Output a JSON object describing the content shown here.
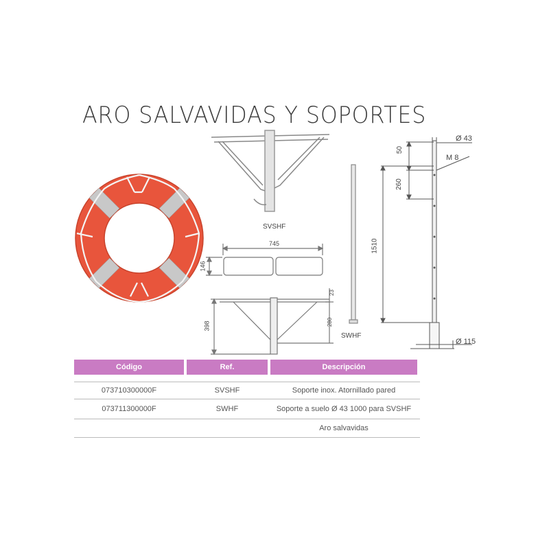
{
  "title": "ARO SALVAVIDAS Y SOPORTES",
  "drawing": {
    "svshf_label": "SVSHF",
    "swhf_label": "SWHF",
    "dim_745": "745",
    "dim_146": "146",
    "dim_398": "398",
    "dim_23": "23",
    "dim_280": "280",
    "dim_50": "50",
    "dim_260": "260",
    "dim_1510": "1510",
    "dim_d43": "Ø 43",
    "dim_m8": "M 8",
    "dim_d115": "Ø 115"
  },
  "colors": {
    "ring": "#e8553c",
    "ring_band": "#c8c8c8",
    "header": "#c97bc3"
  },
  "table": {
    "headers": [
      "Código",
      "Ref.",
      "Descripción"
    ],
    "rows": [
      {
        "codigo": "073710300000F",
        "ref": "SVSHF",
        "descripcion": "Soporte inox. Atornillado pared"
      },
      {
        "codigo": "073711300000F",
        "ref": "SWHF",
        "descripcion": "Soporte a suelo Ø 43 1000 para SVSHF"
      },
      {
        "codigo": "",
        "ref": "",
        "descripcion": "Aro salvavidas"
      }
    ]
  }
}
